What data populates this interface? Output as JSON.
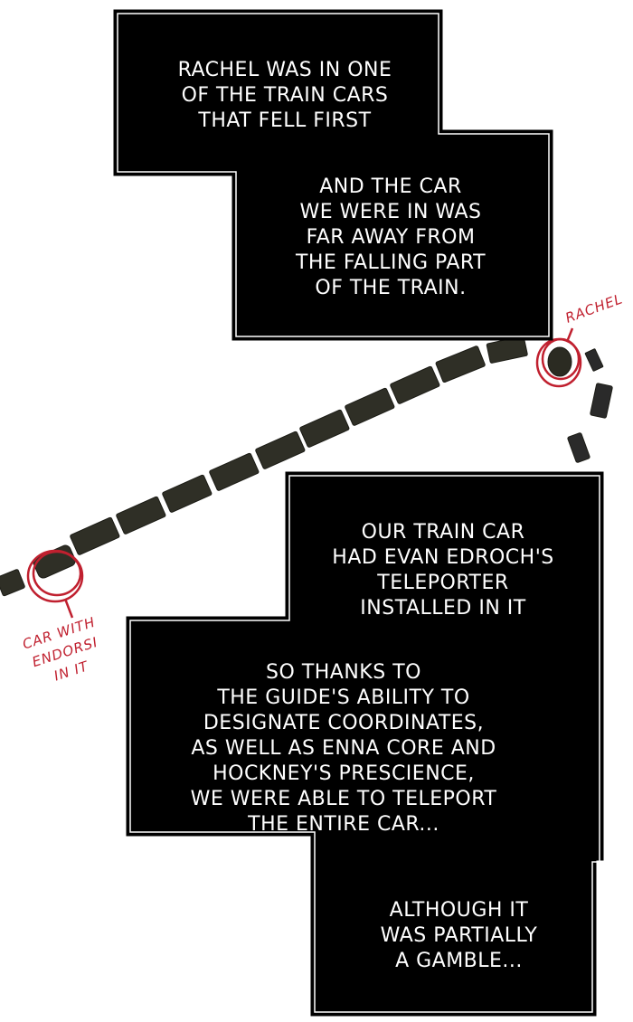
{
  "panel": {
    "background": "#ffffff",
    "caption_box_color": "#000000",
    "caption_text_color": "#ffffff",
    "annotation_color": "#c0202f",
    "train_color": "#2f2f26"
  },
  "caption_box_1": {
    "lines_top": "RACHEL WAS IN ONE\nOF THE TRAIN CARS\nTHAT FELL FIRST",
    "lines_bottom": "AND THE CAR\nWE WERE IN WAS\nFAR AWAY FROM\nTHE FALLING PART\nOF THE TRAIN."
  },
  "caption_box_2": {
    "lines_top": "OUR TRAIN CAR\nHAD EVAN EDROCH'S\nTELEPORTER\nINSTALLED IN IT",
    "lines_middle": "SO THANKS TO\nTHE GUIDE'S ABILITY TO\nDESIGNATE COORDINATES,\nAS WELL AS ENNA CORE AND\nHOCKNEY'S PRESCIENCE,\nWE WERE ABLE TO TELEPORT\nTHE ENTIRE CAR...",
    "lines_bottom": "ALTHOUGH IT\nWAS PARTIALLY\nA GAMBLE..."
  },
  "annotations": {
    "rachel_label": "RACHEL",
    "endorsi_label": "CAR WITH\nENDORSI\nIN IT"
  }
}
